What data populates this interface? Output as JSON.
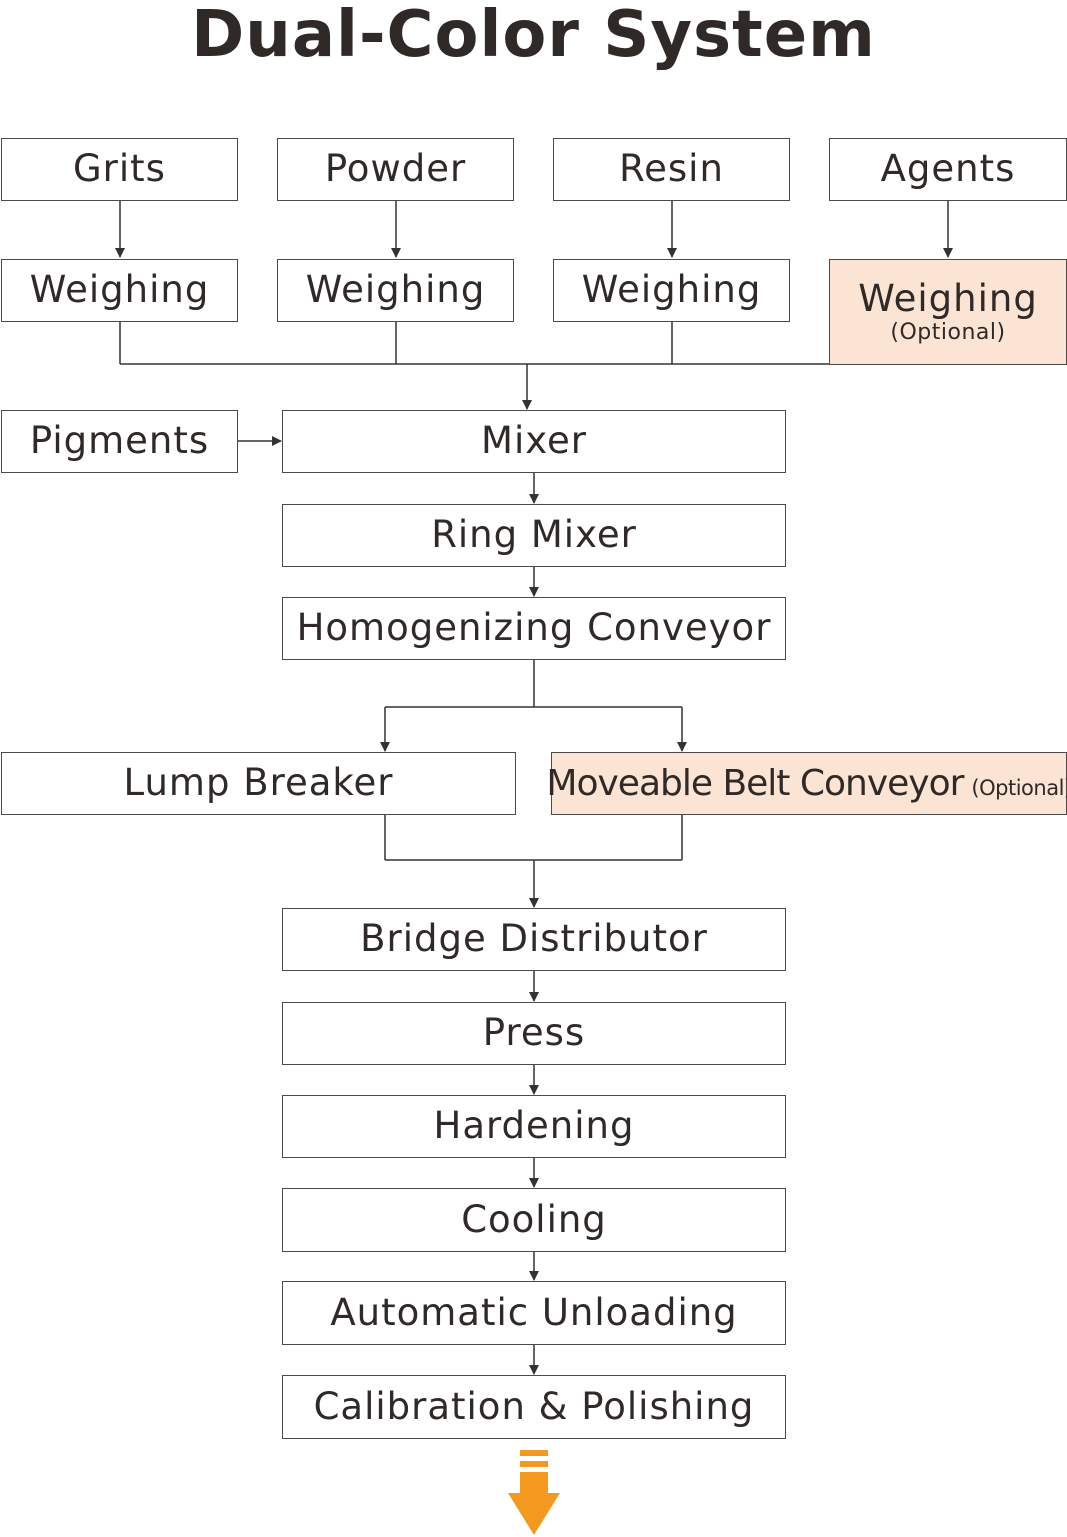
{
  "title": "Dual-Color System",
  "colors": {
    "optional_fill": "#fbe4d4",
    "output_arrow": "#f39a1e",
    "line": "#333333",
    "text": "#2f2a28"
  },
  "inputs": {
    "grits": "Grits",
    "powder": "Powder",
    "resin": "Resin",
    "agents": "Agents"
  },
  "weighing": {
    "label": "Weighing",
    "optional_note": "(Optional)"
  },
  "pigments": "Pigments",
  "steps": {
    "mixer": "Mixer",
    "ring_mixer": "Ring Mixer",
    "homogenizing_conveyor": "Homogenizing Conveyor",
    "lump_breaker": "Lump Breaker",
    "moveable_belt_conveyor": "Moveable Belt Conveyor",
    "moveable_belt_note": "(Optional)",
    "bridge_distributor": "Bridge Distributor",
    "press": "Press",
    "hardening": "Hardening",
    "cooling": "Cooling",
    "automatic_unloading": "Automatic Unloading",
    "calibration_polishing": "Calibration & Polishing"
  },
  "output_icon": "down-arrow-icon"
}
